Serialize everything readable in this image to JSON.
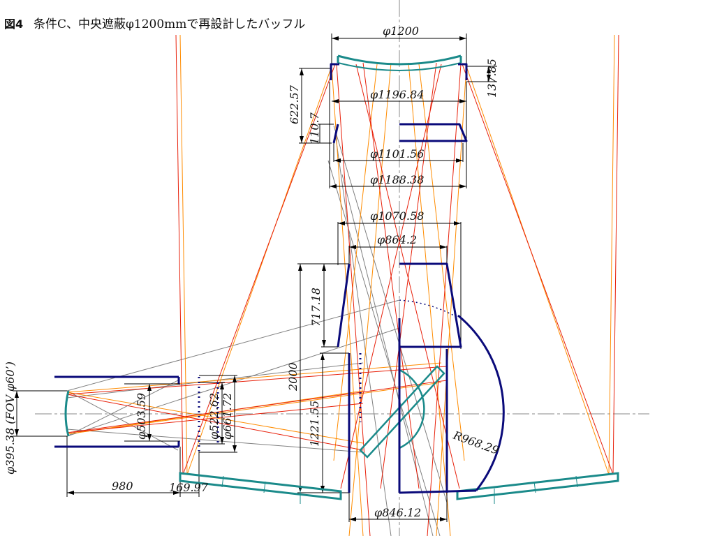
{
  "figure": {
    "label": "図4",
    "caption": "条件C、中央遮蔽φ1200mmで再設計したバッフル"
  },
  "dimensions": {
    "top_diameter": "φ1200",
    "height_137": "137.85",
    "height_622": "622.57",
    "d_1196": "φ1196.84",
    "height_110": "110.7",
    "d_1101": "φ1101.56",
    "d_1188": "φ1188.38",
    "d_1070": "φ1070.58",
    "d_864": "φ864.2",
    "height_717": "717.18",
    "height_2000": "2000",
    "height_1221": "1221.55",
    "fov": "φ395.38 (FOV φ60’)",
    "d_503": "φ503.59",
    "d_522": "φ522.62",
    "d_661": "φ661.72",
    "dist_980": "980",
    "dist_169": "169.97",
    "radius": "R968.29",
    "d_846": "φ846.12"
  },
  "colors": {
    "baffle": "#0a0a7a",
    "mirror": "#1a8a8a",
    "ray_orange": "#ff8c00",
    "ray_red": "#e8200a",
    "ray_gray": "#808080",
    "dimension": "#000000",
    "axis": "#888888"
  }
}
